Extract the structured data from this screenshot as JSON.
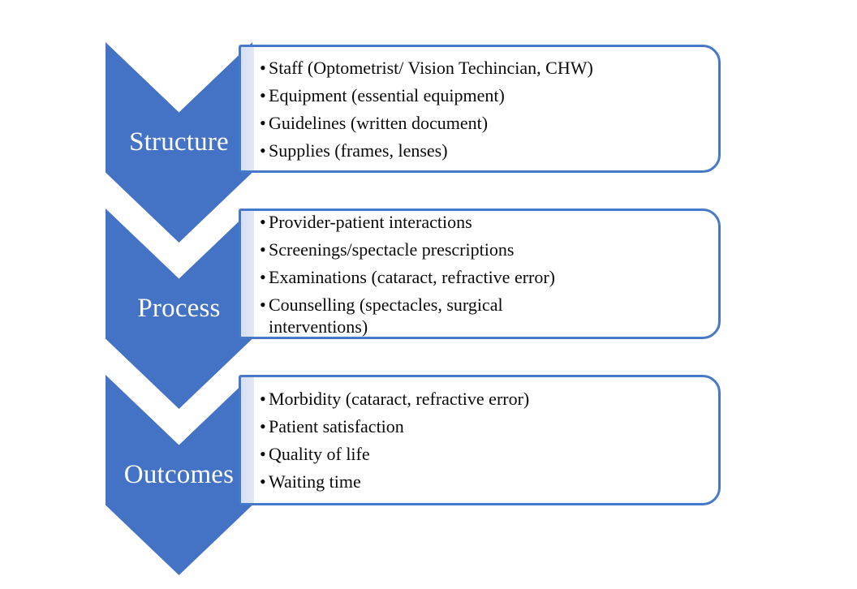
{
  "bullet_char": "•",
  "colors": {
    "chevron_blue": "#4472C4",
    "box_border_blue": "#4779C9",
    "left_band_blue": "#DBE3F4",
    "label_text": "#FFFFFF",
    "body_text": "#0A0A0A"
  },
  "rows": [
    {
      "label": "Structure",
      "items": [
        "Staff (Optometrist/ Vision Techincian, CHW)",
        "Equipment (essential equipment)",
        "Guidelines (written document)",
        "Supplies (frames, lenses)"
      ]
    },
    {
      "label": "Process",
      "items": [
        "Provider-patient interactions",
        "Screenings/spectacle prescriptions",
        "Examinations (cataract, refractive error)",
        "Counselling (spectacles, surgical\ninterventions)"
      ]
    },
    {
      "label": "Outcomes",
      "items": [
        "Morbidity (cataract, refractive error)",
        "Patient satisfaction",
        "Quality of life",
        "Waiting time"
      ]
    }
  ]
}
